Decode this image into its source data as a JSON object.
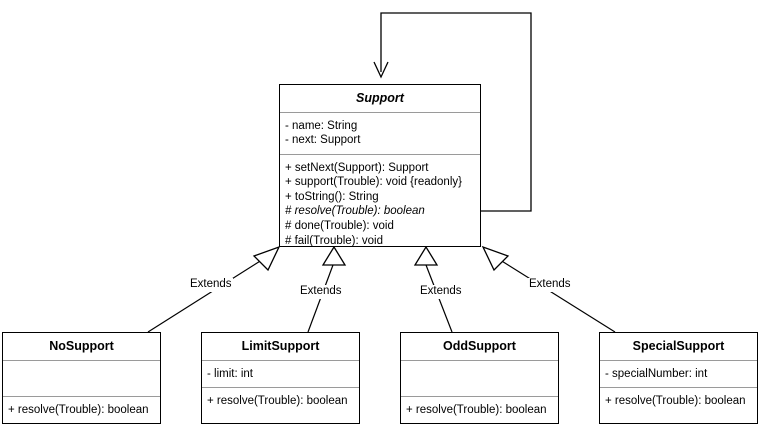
{
  "diagram": {
    "title": "Support chain-of-responsibility class diagram",
    "type": "uml-class-diagram",
    "stroke_color": "#000000",
    "divider_color": "#9a9a9a",
    "background_color": "#ffffff"
  },
  "classes": {
    "support": {
      "name": "Support",
      "abstract": true,
      "attributes": [
        "- name: String",
        "- next: Support"
      ],
      "operations": [
        {
          "text": "+ setNext(Support): Support",
          "abstract": false
        },
        {
          "text": "+ support(Trouble): void {readonly}",
          "abstract": false
        },
        {
          "text": "+ toString(): String",
          "abstract": false
        },
        {
          "text": "# resolve(Trouble): boolean",
          "abstract": true
        },
        {
          "text": "# done(Trouble): void",
          "abstract": false
        },
        {
          "text": "# fail(Trouble): void",
          "abstract": false
        }
      ]
    },
    "no_support": {
      "name": "NoSupport",
      "abstract": false,
      "attributes": [],
      "operations": [
        {
          "text": "+ resolve(Trouble): boolean",
          "abstract": false
        }
      ]
    },
    "limit_support": {
      "name": "LimitSupport",
      "abstract": false,
      "attributes": [
        "- limit: int"
      ],
      "operations": [
        {
          "text": "+ resolve(Trouble): boolean",
          "abstract": false
        }
      ]
    },
    "odd_support": {
      "name": "OddSupport",
      "abstract": false,
      "attributes": [],
      "operations": [
        {
          "text": "+ resolve(Trouble): boolean",
          "abstract": false
        }
      ]
    },
    "special_support": {
      "name": "SpecialSupport",
      "abstract": false,
      "attributes": [
        "- specialNumber: int"
      ],
      "operations": [
        {
          "text": "+ resolve(Trouble): boolean",
          "abstract": false
        }
      ]
    }
  },
  "relationships": [
    {
      "id": "ext-no",
      "label": "Extends",
      "kind": "generalization",
      "from": "NoSupport",
      "to": "Support"
    },
    {
      "id": "ext-limit",
      "label": "Extends",
      "kind": "generalization",
      "from": "LimitSupport",
      "to": "Support"
    },
    {
      "id": "ext-odd",
      "label": "Extends",
      "kind": "generalization",
      "from": "OddSupport",
      "to": "Support"
    },
    {
      "id": "ext-special",
      "label": "Extends",
      "kind": "generalization",
      "from": "SpecialSupport",
      "to": "Support"
    },
    {
      "id": "self-next",
      "label": "",
      "kind": "association",
      "from": "Support",
      "to": "Support"
    }
  ]
}
